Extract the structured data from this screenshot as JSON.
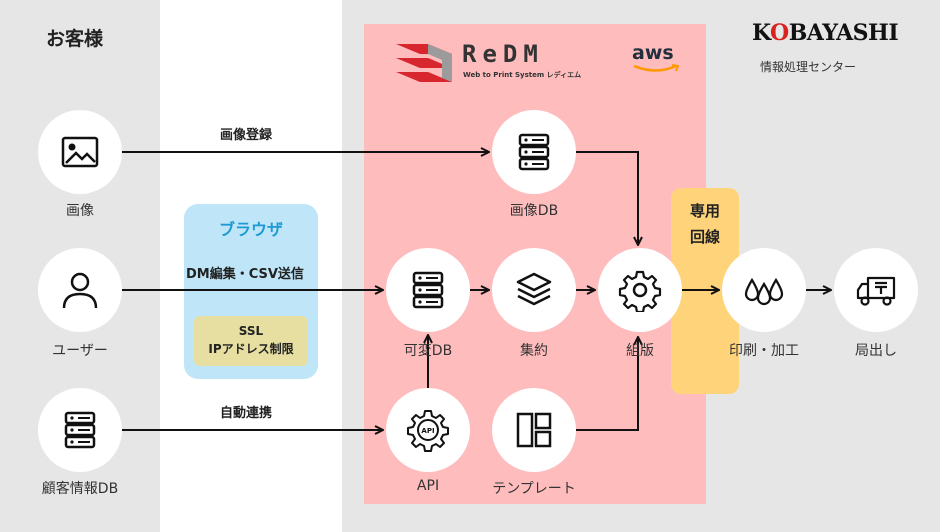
{
  "customer": {
    "title": "お客様"
  },
  "kobayashi": {
    "logo_text_1": "K",
    "logo_text_2": "O",
    "logo_text_3": "BAYASHI",
    "subtitle": "情報処理センター"
  },
  "redm": {
    "wordmark": "ReDM",
    "tagline": "Web to Print System レディエム",
    "aws": "aws"
  },
  "browser": {
    "title": "ブラウザ",
    "ssl_line1": "SSL",
    "ssl_line2": "IPアドレス制限"
  },
  "dedicated_line": {
    "line1": "専用",
    "line2": "回線"
  },
  "nodes": {
    "image": {
      "label": "画像",
      "icon": "image-icon"
    },
    "user": {
      "label": "ユーザー",
      "icon": "user-icon"
    },
    "customer_db": {
      "label": "顧客情報DB",
      "icon": "server-icon"
    },
    "image_db": {
      "label": "画像DB",
      "icon": "server-icon"
    },
    "variable_db": {
      "label": "可変DB",
      "icon": "server-icon"
    },
    "aggregate": {
      "label": "集約",
      "icon": "layers-icon"
    },
    "imposition": {
      "label": "組版",
      "icon": "gear-icon"
    },
    "api": {
      "label": "API",
      "icon": "api-gear-icon"
    },
    "template": {
      "label": "テンプレート",
      "icon": "layout-icon"
    },
    "print": {
      "label": "印刷・加工",
      "icon": "ink-drops-icon"
    },
    "shipping": {
      "label": "局出し",
      "icon": "truck-icon"
    }
  },
  "edges": {
    "image_upload": "画像登録",
    "dm_edit": "DM編集・CSV送信",
    "auto_link": "自動連携"
  }
}
